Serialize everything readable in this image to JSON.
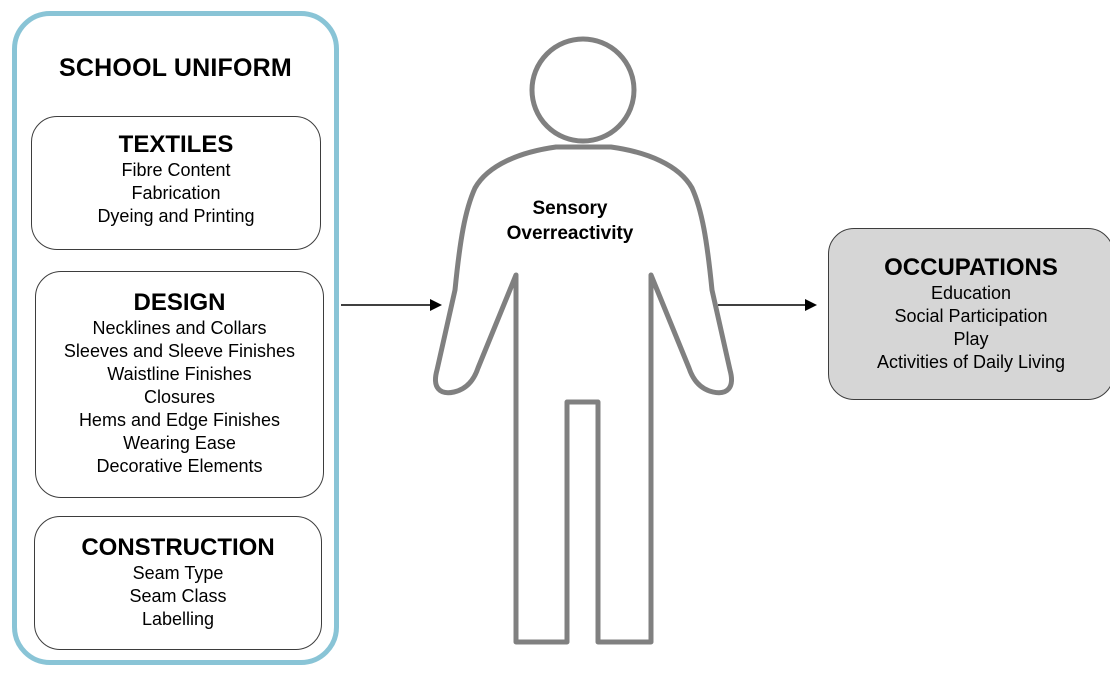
{
  "school_uniform": {
    "title": "SCHOOL UNIFORM",
    "textiles": {
      "heading": "TEXTILES",
      "items": [
        "Fibre Content",
        "Fabrication",
        "Dyeing and Printing"
      ]
    },
    "design": {
      "heading": "DESIGN",
      "items": [
        "Necklines and Collars",
        "Sleeves and Sleeve Finishes",
        "Waistline Finishes",
        "Closures",
        "Hems and Edge Finishes",
        "Wearing Ease",
        "Decorative Elements"
      ]
    },
    "construction": {
      "heading": "CONSTRUCTION",
      "items": [
        "Seam Type",
        "Seam Class",
        "Labelling"
      ]
    }
  },
  "person": {
    "label_line1": "Sensory",
    "label_line2": "Overreactivity"
  },
  "occupations": {
    "heading": "OCCUPATIONS",
    "items": [
      "Education",
      "Social Participation",
      "Play",
      "Activities of Daily Living"
    ]
  },
  "colors": {
    "outer_border": "#89c4d6",
    "figure_stroke": "#808080",
    "occupations_fill": "#d6d6d6"
  }
}
